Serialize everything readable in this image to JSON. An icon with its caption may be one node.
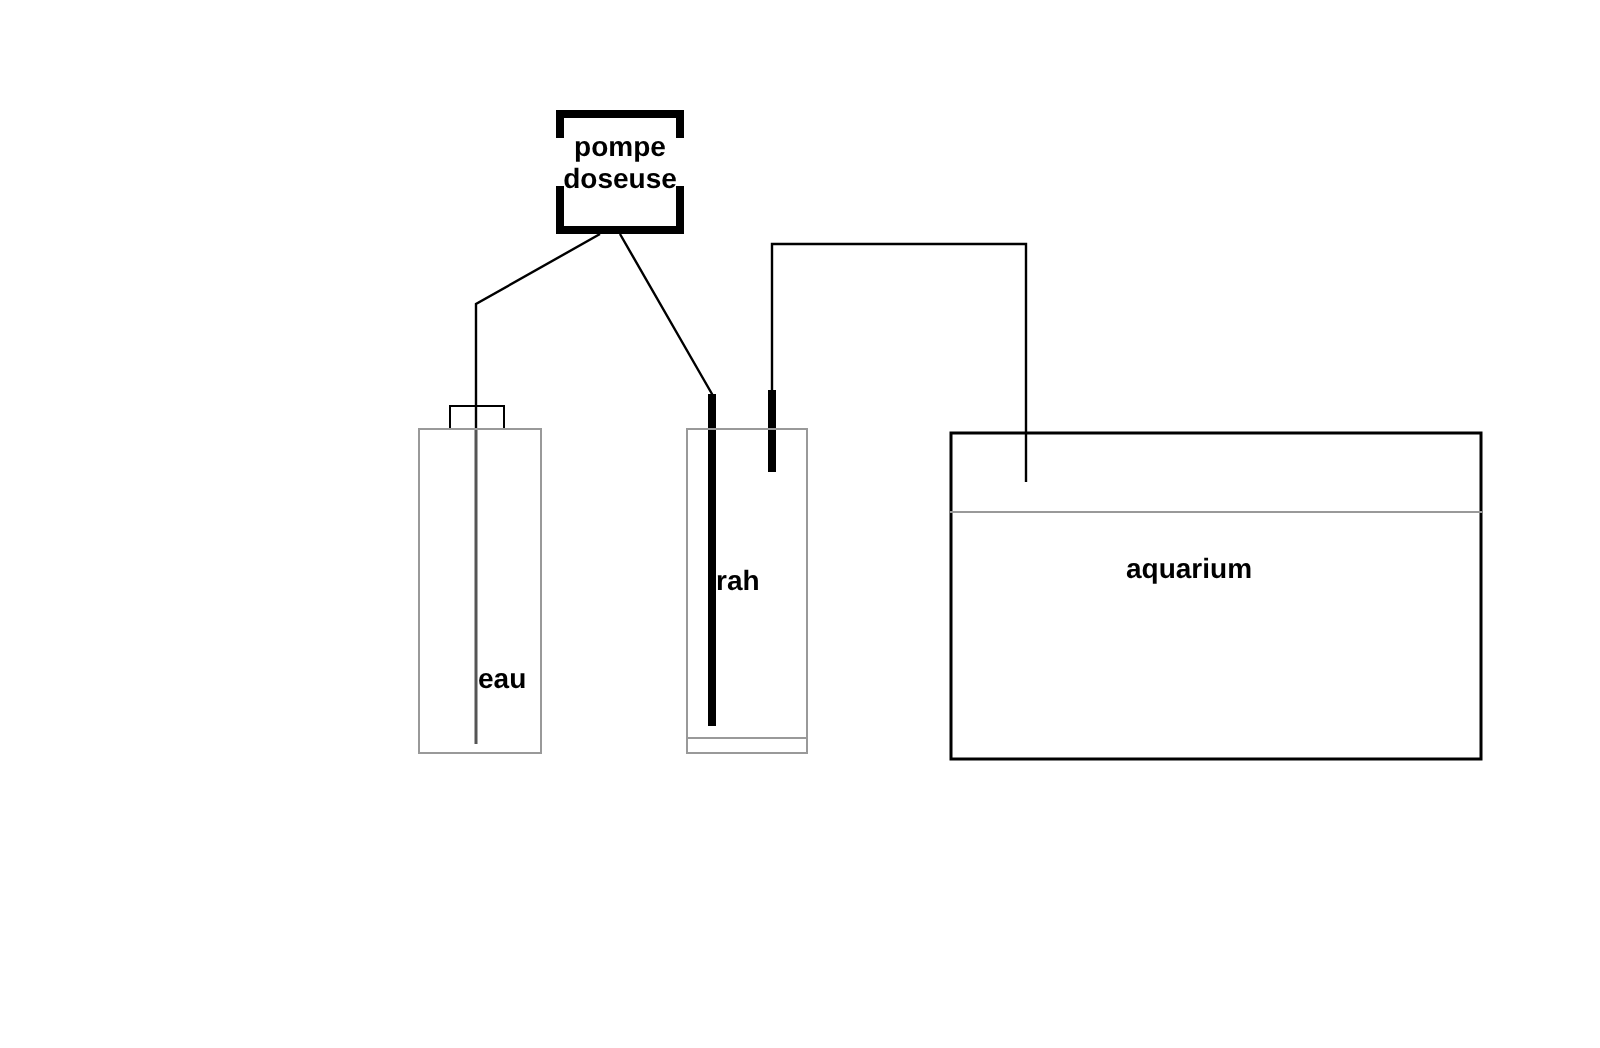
{
  "diagram": {
    "nodes": [
      {
        "text": [
          "pompe doseuse"
        ]
      },
      {
        "text": [
          "eau"
        ]
      },
      {
        "text": [
          "rah"
        ]
      },
      {
        "text": [
          "aquarium"
        ]
      }
    ],
    "edges": [
      {
        "from": 0,
        "to": 1,
        "arrow": "none"
      },
      {
        "from": 0,
        "to": 2,
        "arrow": "none"
      },
      {
        "from": 2,
        "to": 3,
        "arrow": "none"
      }
    ]
  }
}
